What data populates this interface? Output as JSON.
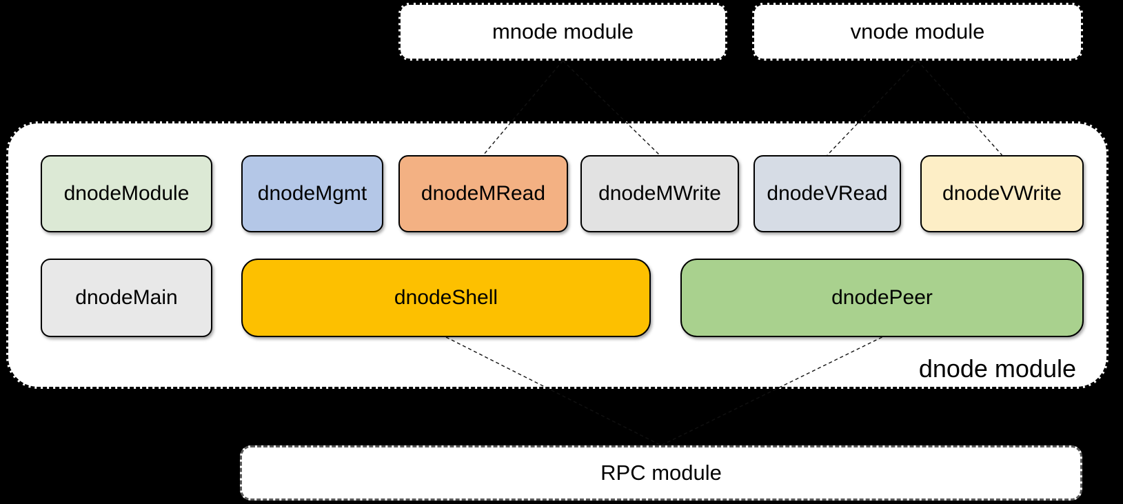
{
  "top_modules": {
    "mnode": {
      "label": "mnode module"
    },
    "vnode": {
      "label": "vnode module"
    }
  },
  "dnode": {
    "label": "dnode module",
    "row1": [
      {
        "label": "dnodeModule",
        "fill": "#dce9d5"
      },
      {
        "label": "dnodeMgmt",
        "fill": "#b4c7e7"
      },
      {
        "label": "dnodeMRead",
        "fill": "#f3b183"
      },
      {
        "label": "dnodeMWrite",
        "fill": "#e2e2e2"
      },
      {
        "label": "dnodeVRead",
        "fill": "#d6dce5"
      },
      {
        "label": "dnodeVWrite",
        "fill": "#fdeec6"
      }
    ],
    "row2": [
      {
        "label": "dnodeMain",
        "fill": "#e8e8e8"
      },
      {
        "label": "dnodeShell",
        "fill": "#fdc000"
      },
      {
        "label": "dnodePeer",
        "fill": "#a9d18e"
      }
    ]
  },
  "rpc": {
    "label": "RPC module"
  },
  "colors": {
    "background": "#000000",
    "module_fill": "#ffffff",
    "module_border": "#000000",
    "rpc_border": "#595959",
    "connector": "#111111"
  },
  "connections": [
    {
      "from": "box-mnode-module",
      "to": "box-dnodemread"
    },
    {
      "from": "box-mnode-module",
      "to": "box-dnodemwrite"
    },
    {
      "from": "box-vnode-module",
      "to": "box-dnodevread"
    },
    {
      "from": "box-vnode-module",
      "to": "box-dnodevwrite"
    },
    {
      "from": "box-dnodeshell",
      "to": "box-rpc-module"
    },
    {
      "from": "box-dnodepeer",
      "to": "box-rpc-module"
    }
  ]
}
